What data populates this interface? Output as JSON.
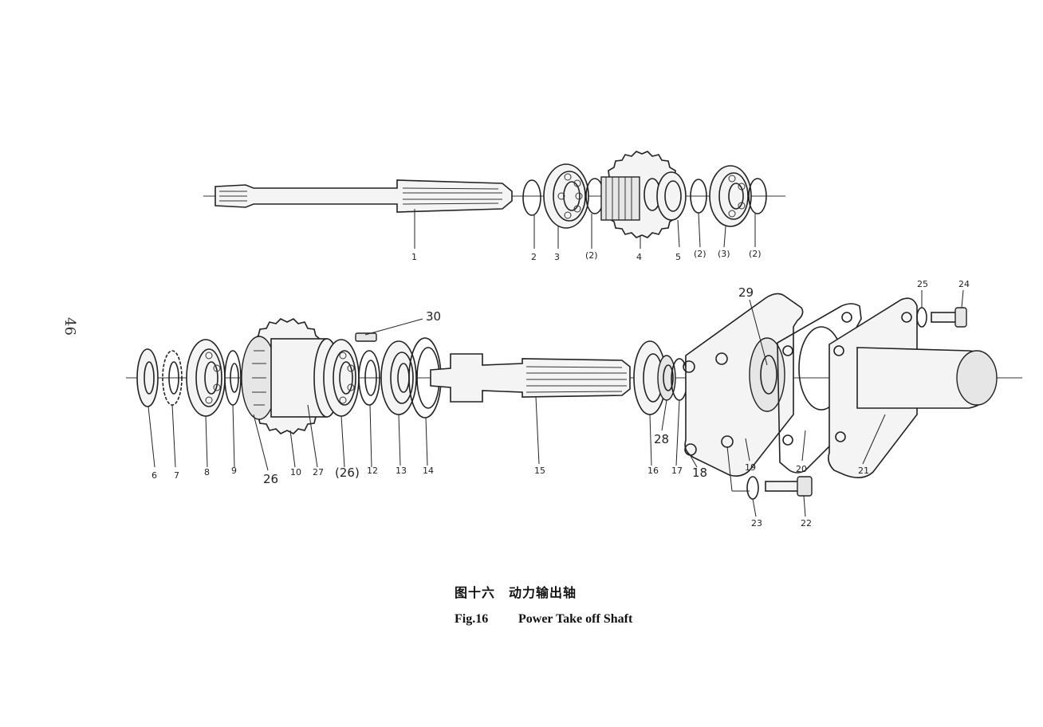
{
  "page_number": "46",
  "caption": {
    "chinese": "图十六　动力输出轴",
    "figure": "Fig.16",
    "title": "Power Take off Shaft"
  },
  "callouts": {
    "c1": "1",
    "c2": "2",
    "c3": "3",
    "c2a": "(2)",
    "c4": "4",
    "c5": "5",
    "c2b": "(2)",
    "c3b": "(3)",
    "c2c": "(2)",
    "c6": "6",
    "c7": "7",
    "c8": "8",
    "c9": "9",
    "c26": "26",
    "c10": "10",
    "c27": "27",
    "c26b": "(26)",
    "c12": "12",
    "c13": "13",
    "c14": "14",
    "c15": "15",
    "c16": "16",
    "c28": "28",
    "c17": "17",
    "c18": "18",
    "c19": "19",
    "c20": "20",
    "c21": "21",
    "c22": "22",
    "c23": "23",
    "c24": "24",
    "c25": "25",
    "c29": "29",
    "c30": "30"
  }
}
